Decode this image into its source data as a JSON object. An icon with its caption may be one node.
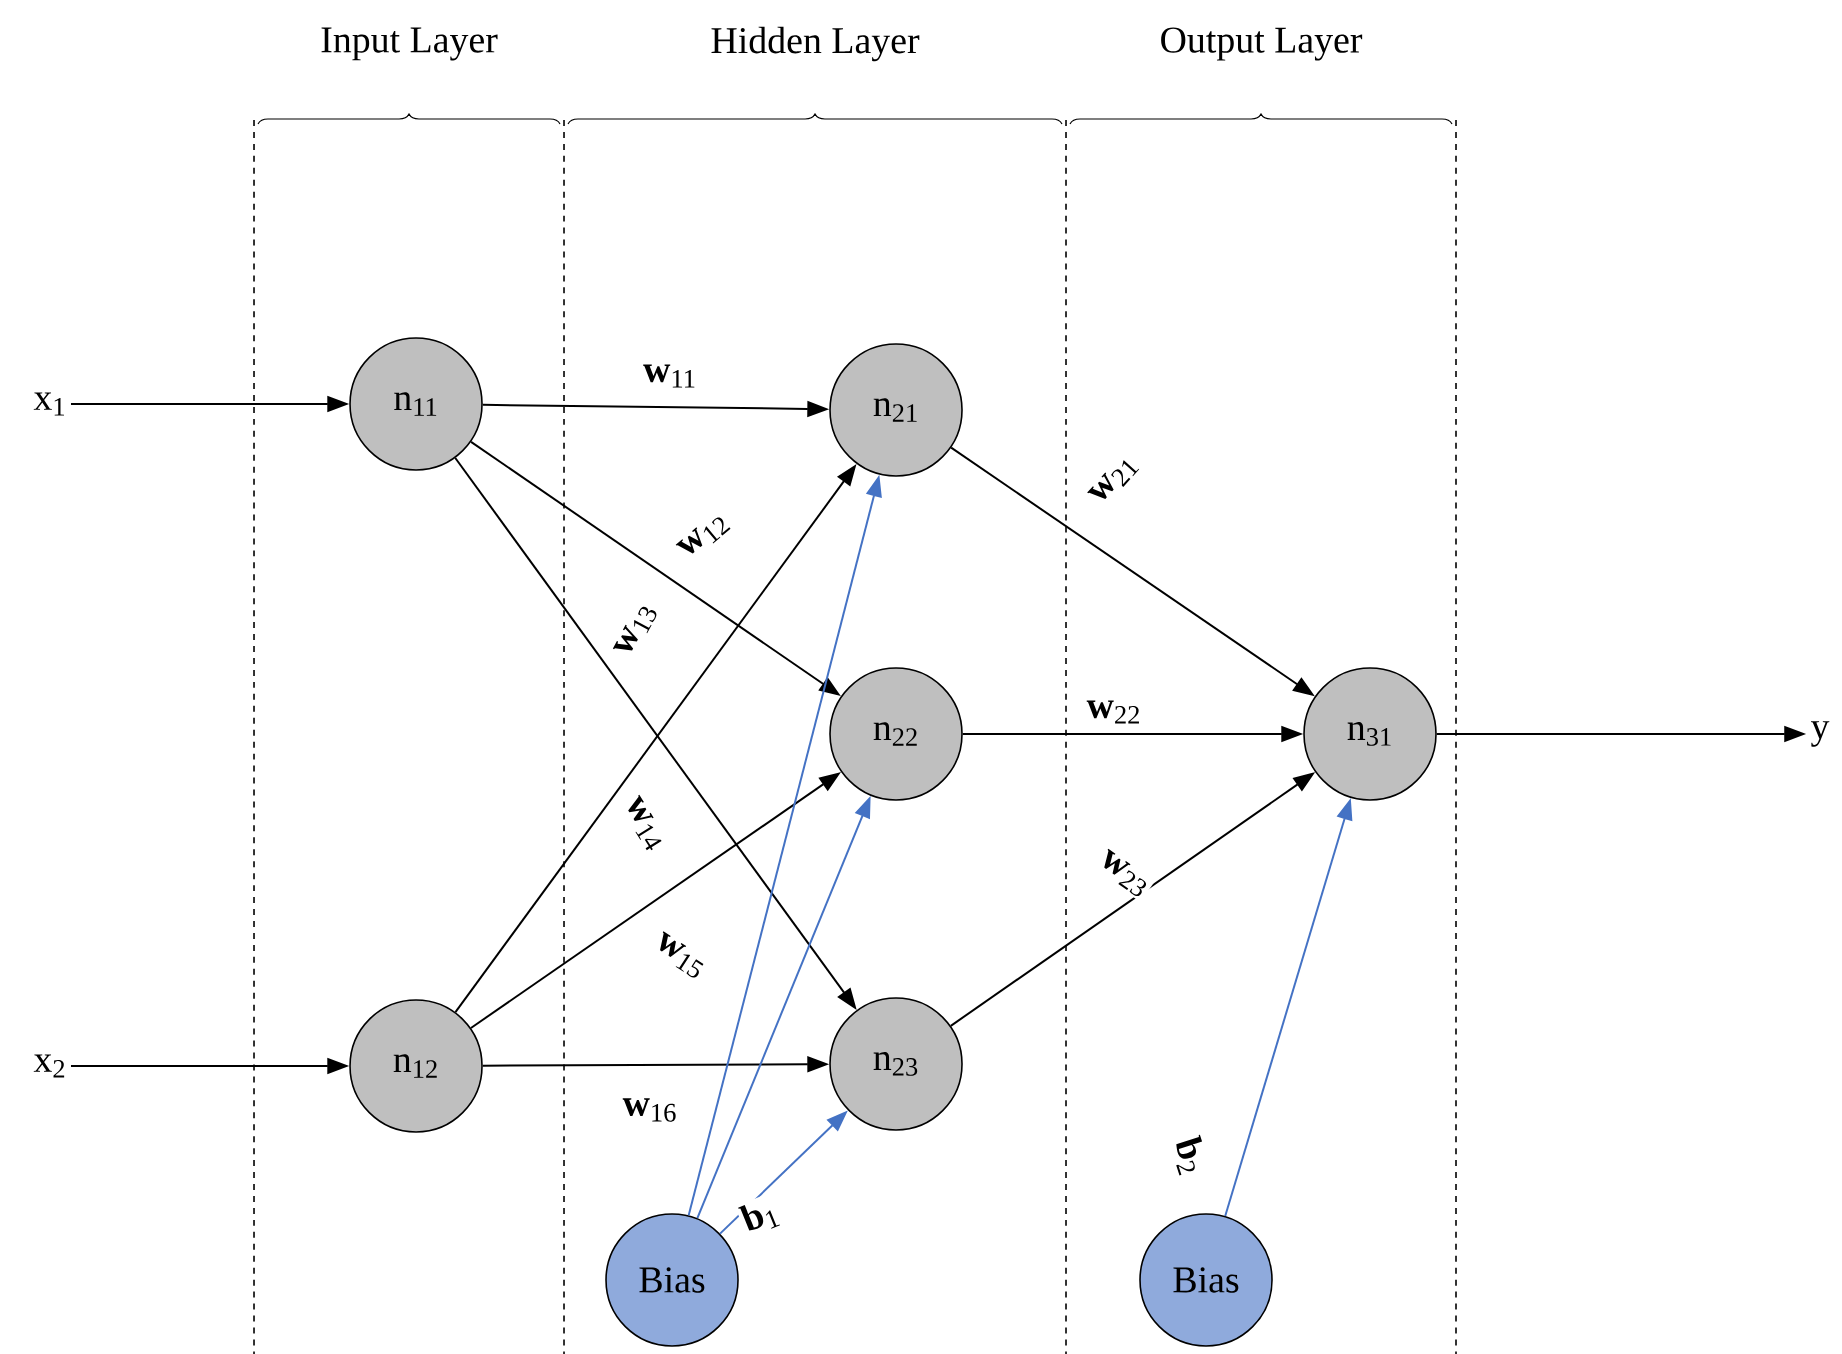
{
  "diagram": {
    "nodes": [
      {
        "text": [
          "x$_{1}$"
        ]
      },
      {
        "text": [
          "x$_{2}$"
        ]
      },
      {
        "text": [
          "n$_{11}$"
        ]
      },
      {
        "text": [
          "n$_{12}$"
        ]
      },
      {
        "text": [
          "n$_{21}$"
        ]
      },
      {
        "text": [
          "n$_{22}$"
        ]
      },
      {
        "text": [
          "n$_{23}$"
        ]
      },
      {
        "text": [
          "n$_{31}$"
        ]
      },
      {
        "text": [
          "y"
        ]
      },
      {
        "text": [
          "Bias"
        ]
      },
      {
        "text": [
          "Bias"
        ]
      }
    ],
    "edges": [
      {
        "from": 0,
        "to": 2,
        "arrow": "to"
      },
      {
        "from": 1,
        "to": 3,
        "arrow": "to"
      },
      {
        "from": 2,
        "to": 4,
        "arrow": "to",
        "label": "**w**$_{11}$"
      },
      {
        "from": 2,
        "to": 5,
        "arrow": "to",
        "label": "**w**$_{12}$"
      },
      {
        "from": 2,
        "to": 6,
        "arrow": "to",
        "label": "**w**$_{13}$"
      },
      {
        "from": 3,
        "to": 4,
        "arrow": "to",
        "label": "**w**$_{14}$"
      },
      {
        "from": 3,
        "to": 5,
        "arrow": "to",
        "label": "**w**$_{15}$"
      },
      {
        "from": 3,
        "to": 6,
        "arrow": "to",
        "label": "**w**$_{16}$"
      },
      {
        "from": 4,
        "to": 7,
        "arrow": "to",
        "label": "**w**$_{21}$"
      },
      {
        "from": 5,
        "to": 7,
        "arrow": "to",
        "label": "**w**$_{22}$"
      },
      {
        "from": 6,
        "to": 7,
        "arrow": "to",
        "label": "**w**$_{23}$"
      },
      {
        "from": 7,
        "to": 8,
        "arrow": "to"
      },
      {
        "from": 9,
        "to": 4,
        "arrow": "to",
        "color": "#4472c4"
      },
      {
        "from": 9,
        "to": 5,
        "arrow": "to",
        "color": "#4472c4"
      },
      {
        "from": 9,
        "to": 6,
        "arrow": "to",
        "color": "#4472c4",
        "label": "**b**$_{1}$"
      },
      {
        "from": 10,
        "to": 7,
        "arrow": "to",
        "color": "#4472c4",
        "label": "**b**$_{2}$"
      }
    ],
    "labels": [
      "Input Layer",
      "Hidden Layer",
      "Output Layer"
    ]
  }
}
